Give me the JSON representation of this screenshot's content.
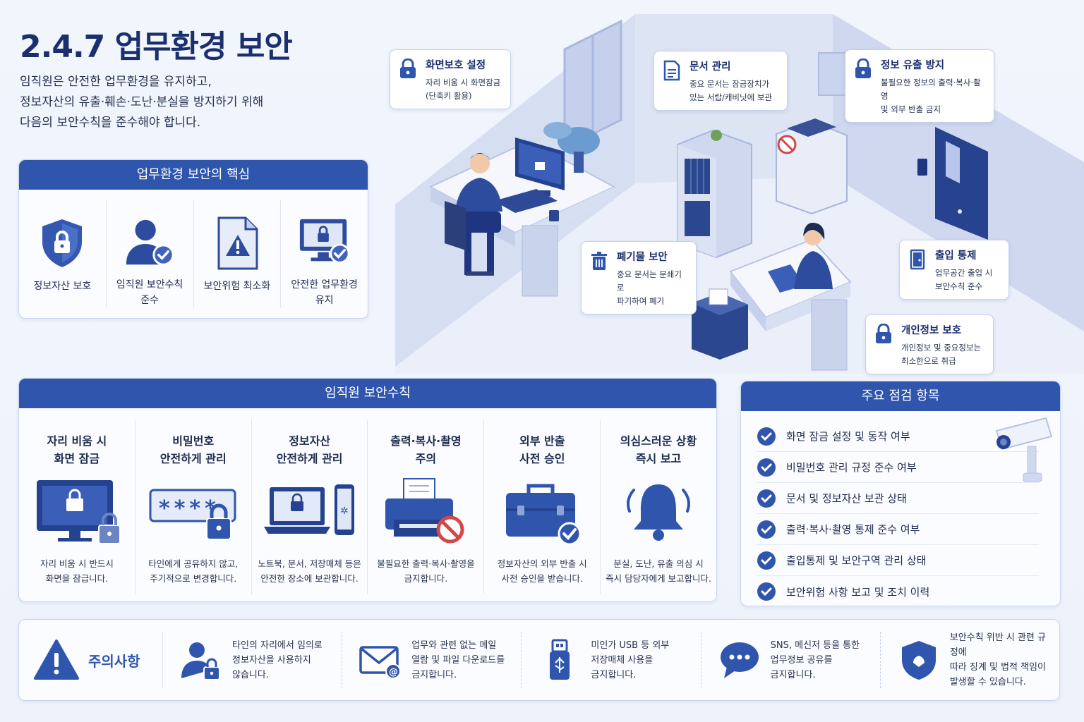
{
  "title": "2.4.7 업무환경 보안",
  "intro": [
    "임직원은 안전한 업무환경을 유지하고,",
    "정보자산의 유출·훼손·도난·분실을 방지하기 위해",
    "다음의 보안수칙을 준수해야 합니다."
  ],
  "core": {
    "heading": "업무환경 보안의 핵심",
    "items": [
      {
        "label": "정보자산 보호",
        "icon": "shield-lock-icon"
      },
      {
        "label": "임직원 보안수칙\n준수",
        "icon": "user-check-icon"
      },
      {
        "label": "보안위험 최소화",
        "icon": "document-warning-icon"
      },
      {
        "label": "안전한 업무환경\n유지",
        "icon": "monitor-lock-check-icon"
      }
    ]
  },
  "callouts": [
    {
      "title": "화면보호 설정",
      "desc": "자리 비움 시 화면잠금\n(단축키 활용)",
      "icon": "padlock-icon"
    },
    {
      "title": "문서 관리",
      "desc": "중요 문서는 잠금장치가\n있는 서랍/캐비닛에 보관",
      "icon": "document-icon"
    },
    {
      "title": "정보 유출 방지",
      "desc": "불필요한 정보의 출력·복사·촬영\n및 외부 반출 금지",
      "icon": "padlock-icon"
    },
    {
      "title": "폐기물 보안",
      "desc": "중요 문서는 분쇄기로\n파기하여 폐기",
      "icon": "trash-icon"
    },
    {
      "title": "출입 통제",
      "desc": "업무공간 출입 시\n보안수칙 준수",
      "icon": "door-icon"
    },
    {
      "title": "개인정보 보호",
      "desc": "개인정보 및 중요정보는\n최소한으로 취급",
      "icon": "padlock-icon"
    }
  ],
  "rules": {
    "heading": "임직원 보안수칙",
    "items": [
      {
        "title": "자리 비움 시\n화면 잠금",
        "desc": "자리 비움 시 반드시\n화면을 잠급니다.",
        "icon": "monitor-lock-icon"
      },
      {
        "title": "비밀번호\n안전하게 관리",
        "desc": "타인에게 공유하지 않고,\n주기적으로 변경합니다.",
        "icon": "password-lock-icon",
        "password_mask": "****"
      },
      {
        "title": "정보자산\n안전하게 관리",
        "desc": "노트북, 문서, 저장매체 등은\n안전한 장소에 보관합니다.",
        "icon": "laptop-phone-icon"
      },
      {
        "title": "출력·복사·촬영\n주의",
        "desc": "불필요한 출력·복사·촬영을\n금지합니다.",
        "icon": "printer-prohibited-icon"
      },
      {
        "title": "외부 반출\n사전 승인",
        "desc": "정보자산의 외부 반출 시\n사전 승인을 받습니다.",
        "icon": "briefcase-check-icon"
      },
      {
        "title": "의심스러운 상황\n즉시 보고",
        "desc": "분실, 도난, 유출 의심 시\n즉시 담당자에게 보고합니다.",
        "icon": "bell-icon"
      }
    ]
  },
  "checklist": {
    "heading": "주요 점검 항목",
    "items": [
      "화면 잠금 설정 및 동작 여부",
      "비밀번호 관리 규정 준수 여부",
      "문서 및 정보자산 보관 상태",
      "출력·복사·촬영 통제 준수 여부",
      "출입통제 및 보안구역 관리 상태",
      "보안위험 사항 보고 및 조치 이력"
    ]
  },
  "caution": {
    "label": "주의사항",
    "items": [
      {
        "text": "타인의 자리에서 임의로\n정보자산을 사용하지\n않습니다.",
        "icon": "user-lock-icon"
      },
      {
        "text": "업무와 관련 없는 메일\n열람 및 파일 다운로드를\n금지합니다.",
        "icon": "email-icon"
      },
      {
        "text": "미인가 USB 등 외부\n저장매체 사용을\n금지합니다.",
        "icon": "usb-icon"
      },
      {
        "text": "SNS, 메신저 등을 통한\n업무정보 공유를\n금지합니다.",
        "icon": "chat-bubble-icon"
      },
      {
        "text": "보안수칙 위반 시 관련 규정에\n따라 징계 및 법적 책임이\n발생할 수 있습니다.",
        "icon": "shield-icon"
      }
    ]
  },
  "colors": {
    "primary": "#2f55ad",
    "dark": "#1b2f6e",
    "warning": "#d9534f"
  }
}
